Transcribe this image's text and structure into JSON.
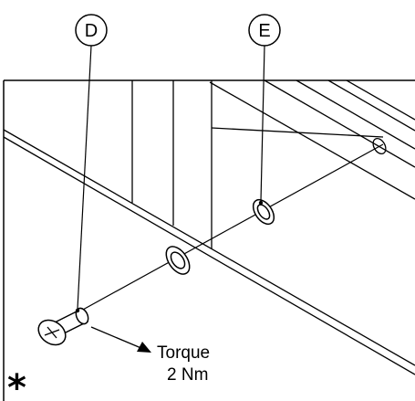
{
  "callouts": {
    "d": "D",
    "e": "E"
  },
  "torque": {
    "line1": "Torque",
    "line2": "2 Nm"
  },
  "note_marker": "*"
}
